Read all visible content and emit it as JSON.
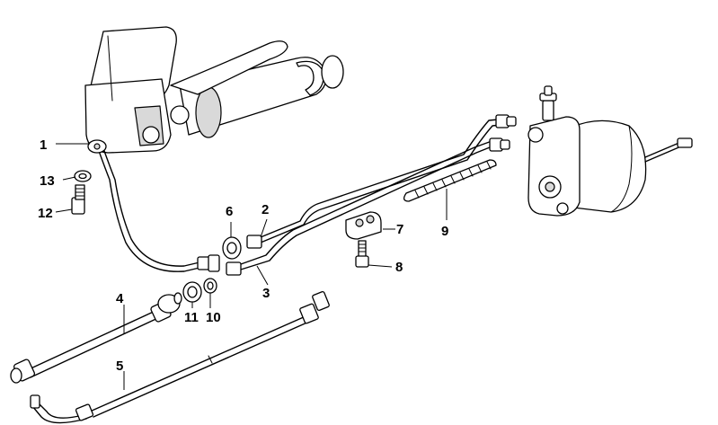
{
  "callouts": {
    "c1": "1",
    "c2": "2",
    "c3": "3",
    "c4": "4",
    "c5": "5",
    "c6": "6",
    "c7": "7",
    "c8": "8",
    "c9": "9",
    "c10": "10",
    "c11": "11",
    "c12": "12",
    "c13": "13"
  },
  "colors": {
    "line": "#000000",
    "background": "#ffffff",
    "shade": "#d9d9d9"
  }
}
